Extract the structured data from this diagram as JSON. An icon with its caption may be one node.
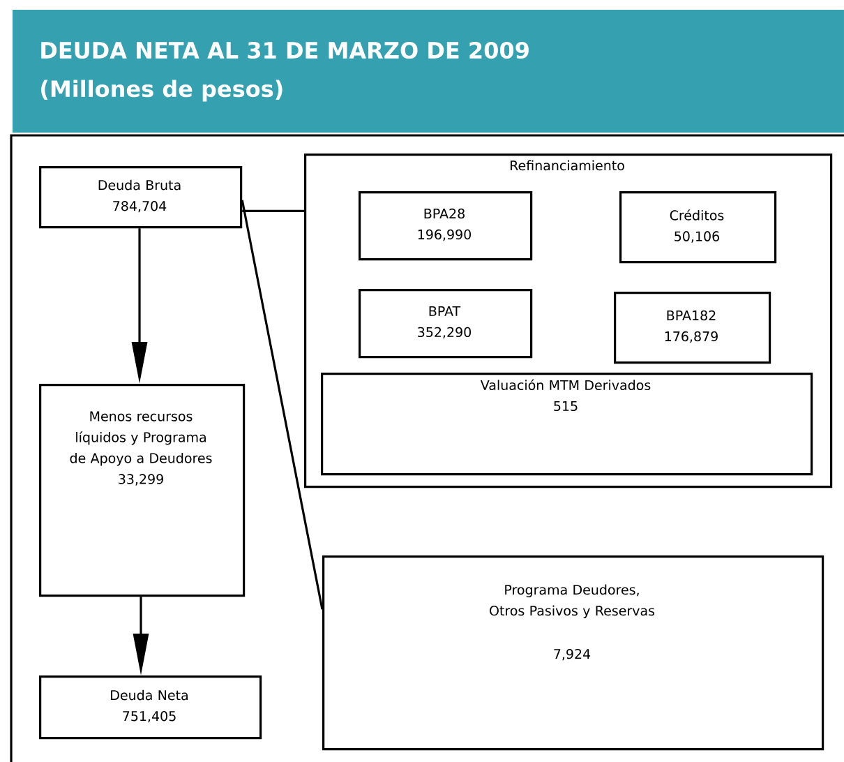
{
  "diagram": {
    "title": "DEUDA NETA AL 31 DE MARZO DE 2009",
    "nodes": [
      {
        "text": [
          "Deuda Bruta",
          "784,704"
        ]
      },
      {
        "text": [
          "Refinanciamiento"
        ]
      },
      {
        "text": [
          "BPA28",
          "196,990"
        ],
        "in": 1
      },
      {
        "text": [
          "Créditos",
          "50,106"
        ],
        "in": 1
      },
      {
        "text": [
          "BPAT",
          "352,290"
        ],
        "in": 1
      },
      {
        "text": [
          "BPA182",
          "176,879"
        ],
        "in": 1
      },
      {
        "text": [
          "Valuación MTM Derivados",
          "515"
        ],
        "in": 1
      },
      {
        "text": [
          "Menos recursos líquidos y Programa de Apoyo a Deudores",
          "33,299"
        ]
      },
      {
        "text": [
          "Programa Deudores, Otros Pasivos y Reservas",
          "7,924"
        ]
      },
      {
        "text": [
          "Deuda Neta",
          "751,405"
        ]
      }
    ],
    "edges": [
      {
        "from": 0,
        "to": 7,
        "arrow": "to"
      },
      {
        "from": 7,
        "to": 9,
        "arrow": "to"
      },
      {
        "from": 0,
        "to": 1,
        "arrow": "none"
      },
      {
        "from": 0,
        "to": 8,
        "arrow": "none"
      }
    ],
    "labels": [
      "(Millones de pesos)"
    ]
  }
}
